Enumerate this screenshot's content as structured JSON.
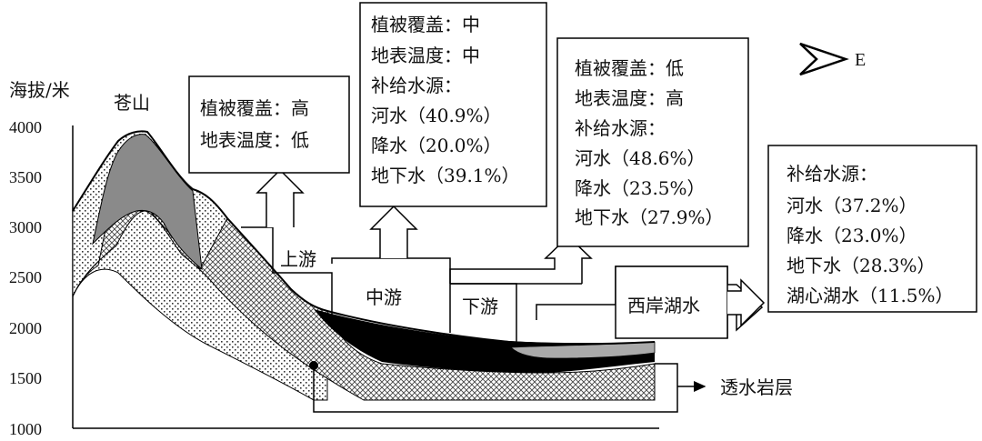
{
  "axis": {
    "ylabel": "海拔/米",
    "ticks": [
      "4000",
      "3500",
      "3000",
      "2500",
      "2000",
      "1500",
      "1000"
    ]
  },
  "mountain": {
    "name": "苍山"
  },
  "compass": {
    "direction": "E"
  },
  "zones": {
    "upper": "上游",
    "middle": "中游",
    "lower": "下游",
    "west_shore": "西岸湖水",
    "permeable": "透水岩层"
  },
  "boxes": {
    "upper": [
      "植被覆盖：高",
      "地表温度：低"
    ],
    "middle": [
      "植被覆盖：中",
      "地表温度：中",
      "补给水源：",
      "河水（40.9%）",
      "降水（20.0%）",
      "地下水（39.1%）"
    ],
    "lower": [
      "植被覆盖：低",
      "地表温度：高",
      "补给水源：",
      "河水（48.6%）",
      "降水（23.5%）",
      "地下水（27.9%）"
    ],
    "west_shore": [
      "补给水源：",
      "河水（37.2%）",
      "降水（23.0%）",
      "地下水（28.3%）",
      "湖心湖水（11.5%）"
    ]
  }
}
